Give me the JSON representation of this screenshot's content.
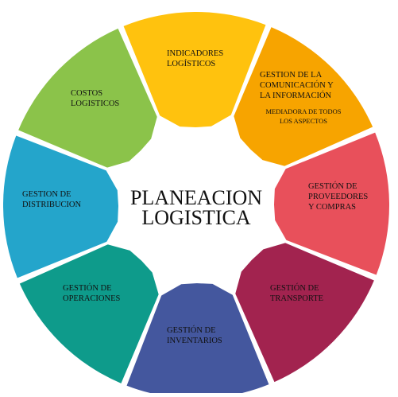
{
  "center": {
    "line1": "PLANEACION",
    "line2": "LOGISTICA"
  },
  "segments": [
    {
      "id": "indicadores",
      "color": "#FFC20E",
      "lines": [
        "INDICADORES",
        "LOGÍSTICOS"
      ]
    },
    {
      "id": "comunicacion",
      "color": "#F7A400",
      "lines": [
        "GESTION DE LA",
        "COMUNICACIÓN Y",
        "LA INFORMACIÓN"
      ],
      "small": [
        "MEDIADORA   DE   TODOS",
        "LOS ASPECTOS"
      ]
    },
    {
      "id": "proveedores",
      "color": "#E8505B",
      "lines": [
        "GESTIÓN DE",
        "PROVEEDORES",
        "Y COMPRAS"
      ]
    },
    {
      "id": "transporte",
      "color": "#A2234F",
      "lines": [
        "GESTIÓN     DE",
        "TRANSPORTE"
      ]
    },
    {
      "id": "inventarios",
      "color": "#44579E",
      "lines": [
        "GESTIÓN     DE",
        "INVENTARIOS"
      ]
    },
    {
      "id": "operaciones",
      "color": "#0E9B8B",
      "lines": [
        "GESTIÓN DE",
        "OPERACIONES"
      ]
    },
    {
      "id": "distribucion",
      "color": "#24A5CB",
      "lines": [
        "GESTION DE",
        "DISTRIBUCION"
      ]
    },
    {
      "id": "costos",
      "color": "#8BC34A",
      "lines": [
        "COSTOS",
        "LOGISTICOS"
      ]
    }
  ]
}
